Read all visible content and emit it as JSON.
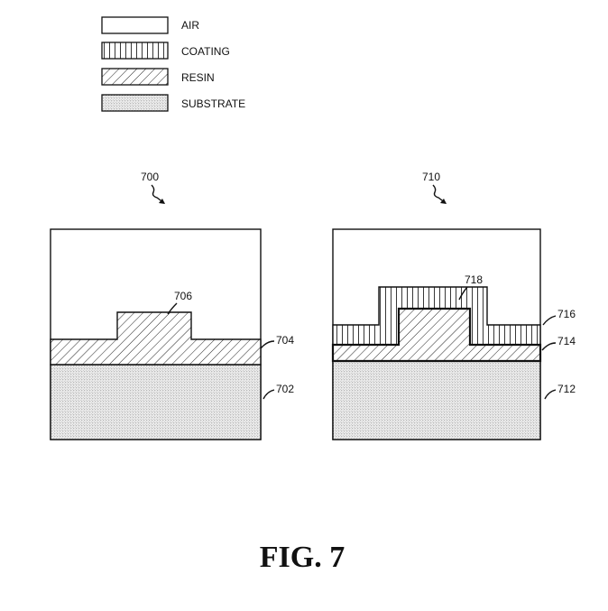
{
  "legend": [
    {
      "label": "AIR",
      "pattern": "air"
    },
    {
      "label": "COATING",
      "pattern": "coating"
    },
    {
      "label": "RESIN",
      "pattern": "resin"
    },
    {
      "label": "SUBSTRATE",
      "pattern": "substrate"
    }
  ],
  "diagrams": {
    "left": {
      "ref": "700",
      "substrate_ref": "702",
      "resin_ref": "704",
      "feature_ref": "706"
    },
    "right": {
      "ref": "710",
      "substrate_ref": "712",
      "resin_ref": "714",
      "coating_ref": "716",
      "feature_ref": "718"
    }
  },
  "figure_caption": "FIG. 7"
}
